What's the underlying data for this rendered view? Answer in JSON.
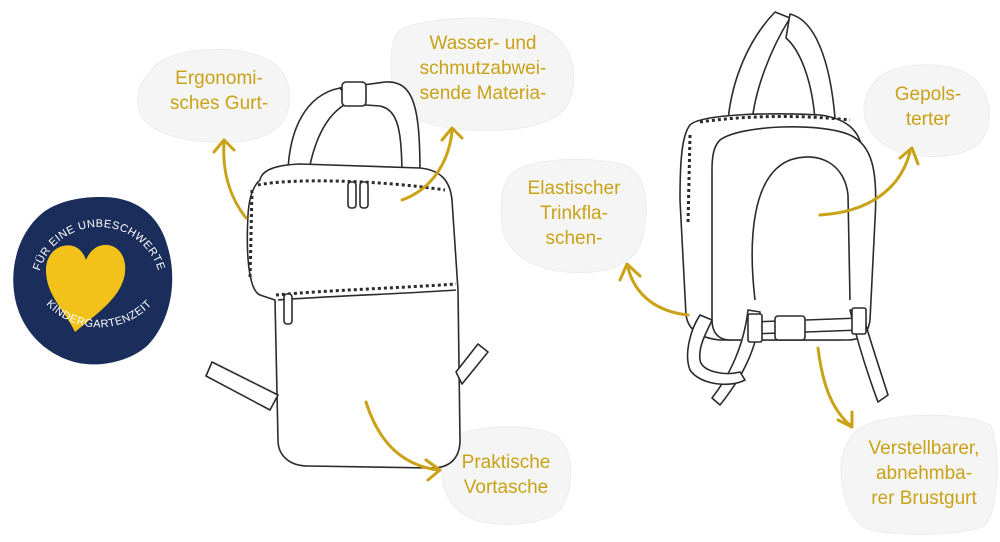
{
  "colors": {
    "accent": "#c9a217",
    "badge_bg": "#1b2d5a",
    "heart": "#f2c21a",
    "outline": "#2b2b2b",
    "bubble": "#f5f5f5"
  },
  "badge": {
    "top_text": "FÜR EINE UNBESCHWERTE",
    "bottom_text": "KINDERGARTENZEIT"
  },
  "callouts": {
    "ergonomic": [
      "Ergonomi-",
      "sches Gurt-"
    ],
    "water": [
      "Wasser- und",
      "schmutzabwei-",
      "sende Materia-"
    ],
    "bottle": [
      "Elastischer",
      "Trinkfla-",
      "schen-"
    ],
    "padded": [
      "Gepols-",
      "terter"
    ],
    "pocket": [
      "Praktische",
      "Vortasche"
    ],
    "strap": [
      "Verstellbarer,",
      "abnehmba-",
      "rer Brustgurt"
    ]
  }
}
